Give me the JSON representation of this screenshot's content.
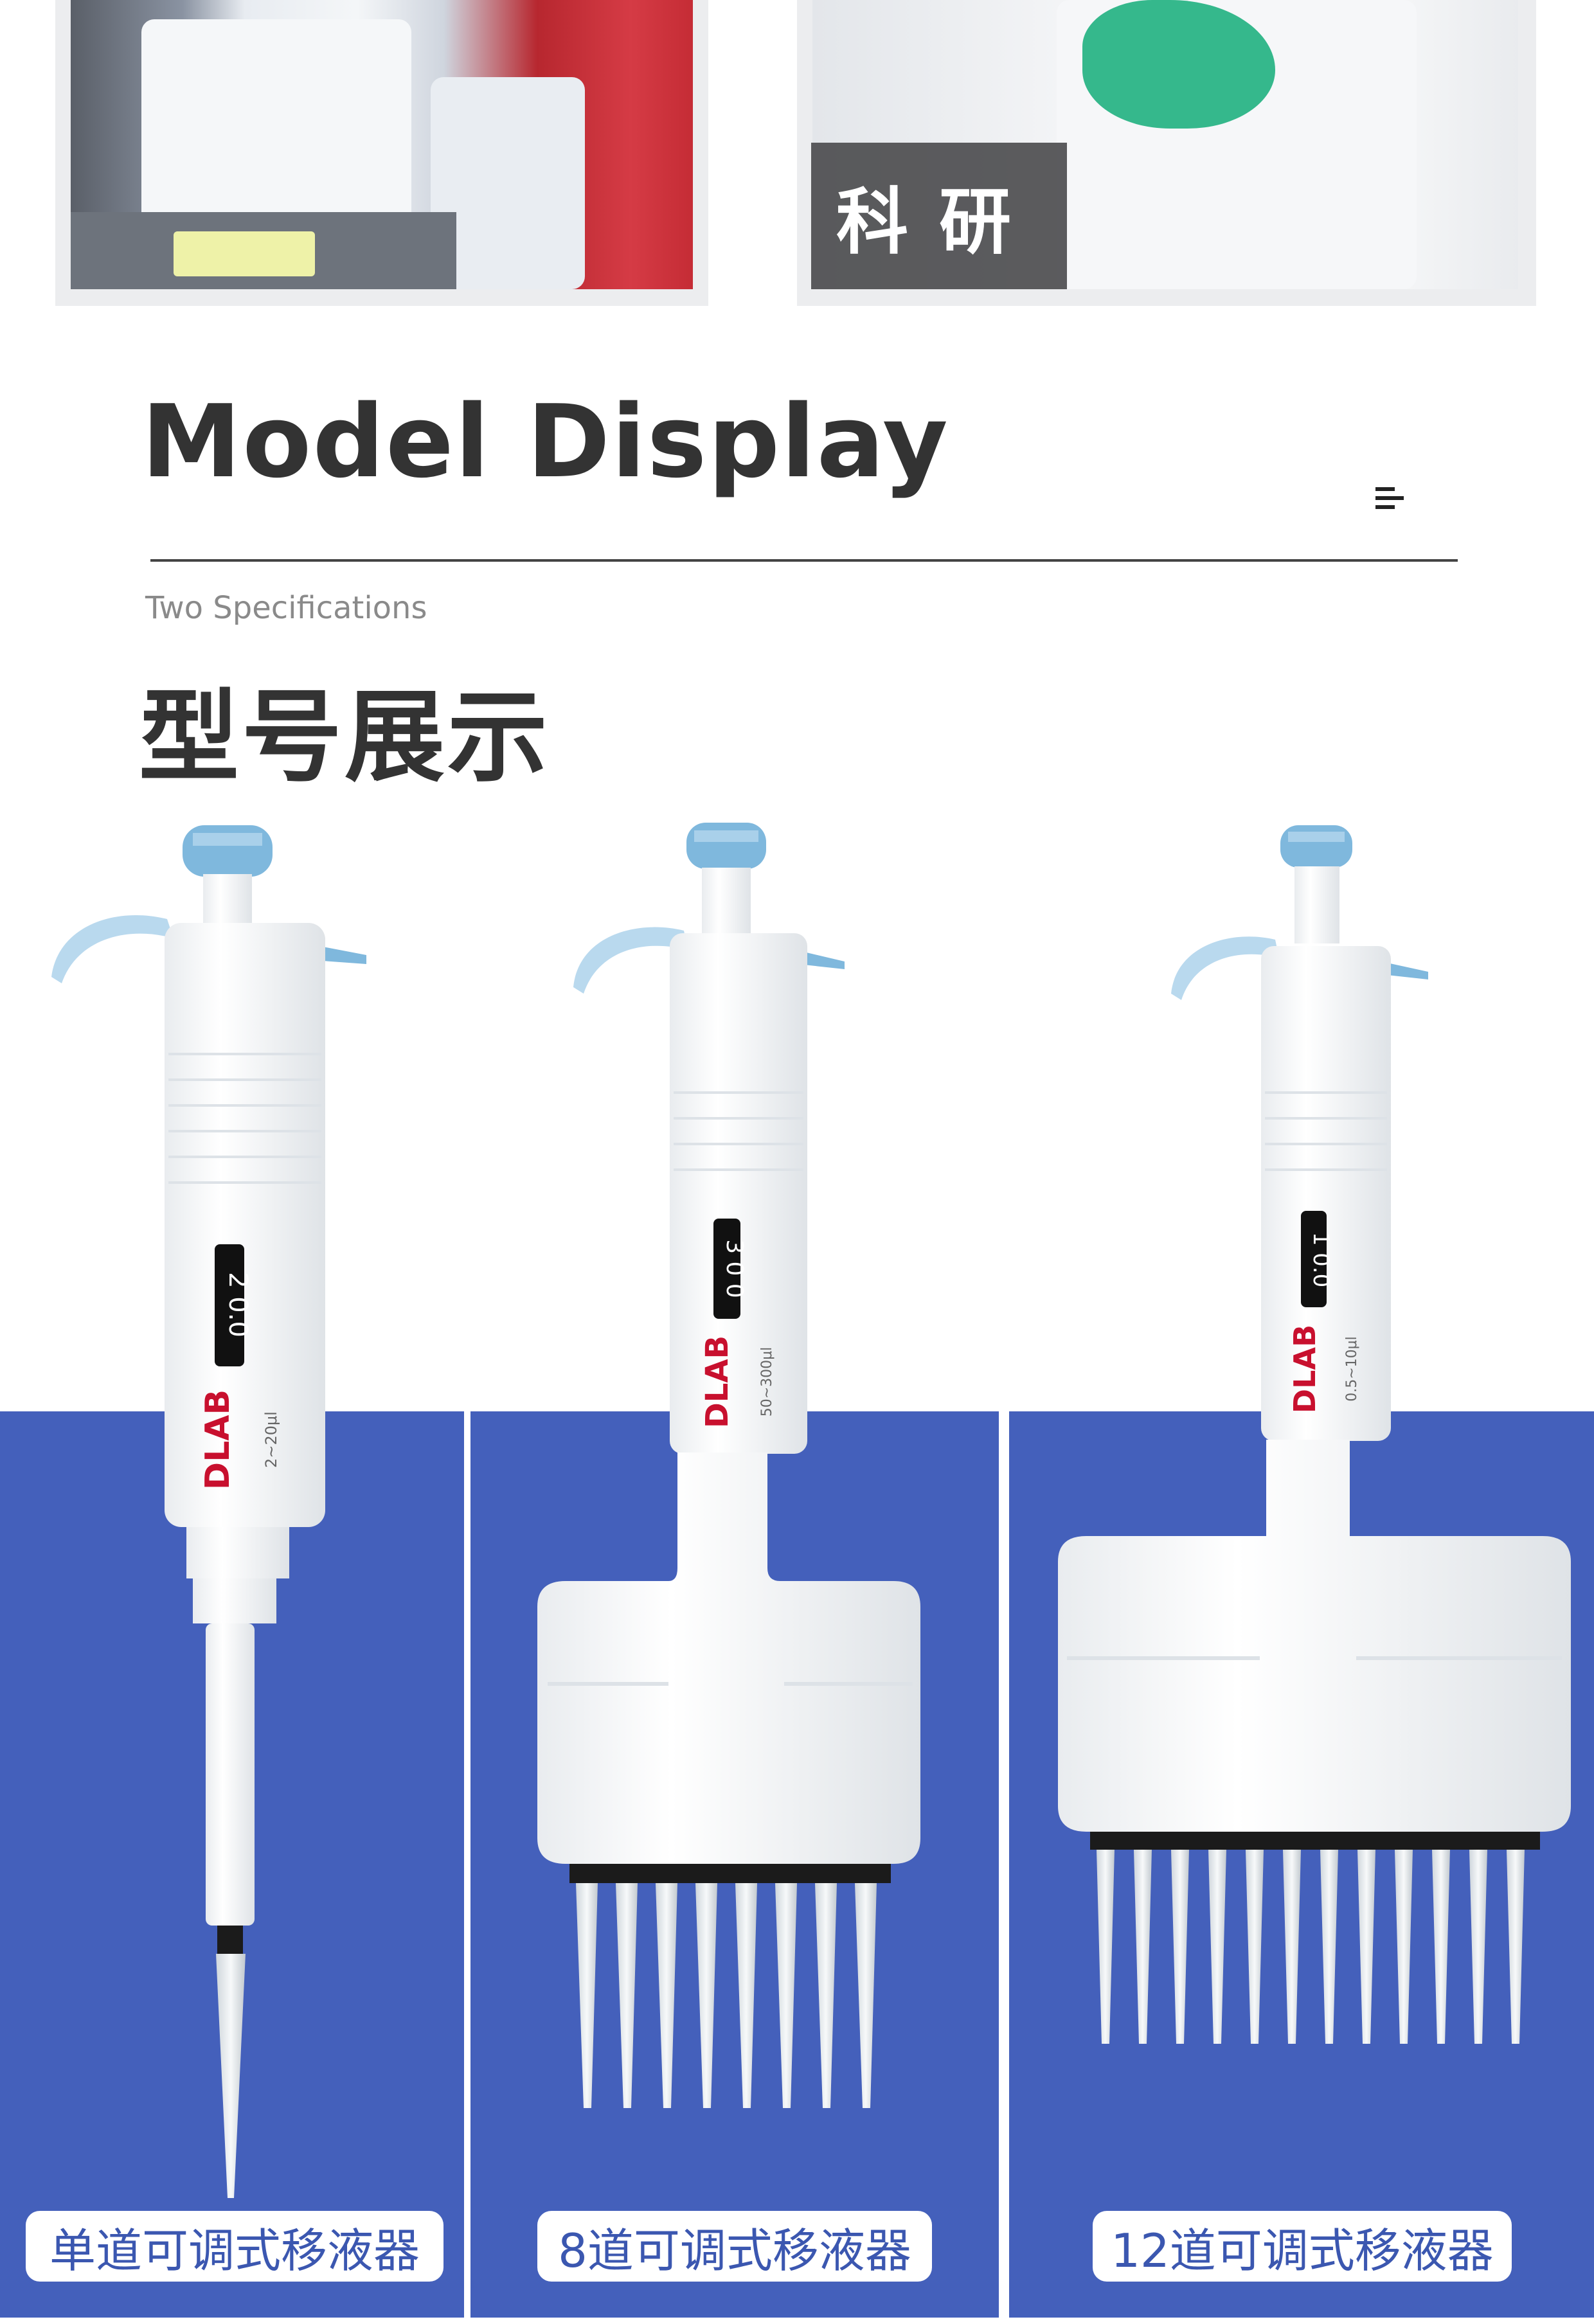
{
  "photos": {
    "research_tag": "科研"
  },
  "section": {
    "title_en": "Model Display",
    "subtitle_en": "Two Specifications",
    "title_cn": "型号展示"
  },
  "products": [
    {
      "brand": "DLAB",
      "display": "2 0.0",
      "range": "2~20μl",
      "caption": "单道可调式移液器"
    },
    {
      "brand": "DLAB",
      "display": "3 0 0",
      "range": "50~300μl",
      "caption": "8道可调式移液器"
    },
    {
      "brand": "DLAB",
      "display": "1 0.0",
      "range": "0.5~10μl",
      "caption": "12道可调式移液器"
    }
  ],
  "colors": {
    "panel_blue": "#4460bb",
    "pipette_accent": "#7fb8dd",
    "heading_text": "#333333"
  },
  "icons": [
    "menu-icon"
  ]
}
